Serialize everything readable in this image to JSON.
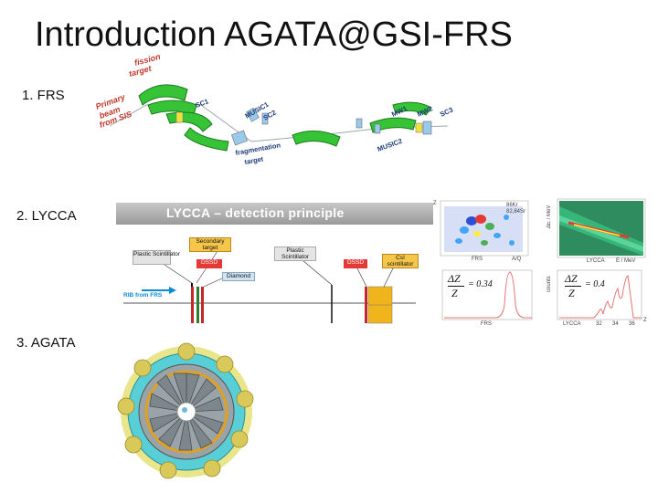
{
  "title": "Introduction AGATA@GSI-FRS",
  "sections": [
    {
      "label": "1.   FRS"
    },
    {
      "label": "2. LYCCA"
    },
    {
      "label": "3. AGATA"
    }
  ],
  "frs": {
    "labels": {
      "fission": "fission",
      "target": "target",
      "primary": "Primary",
      "beam": "beam",
      "from_sis": "from SIS",
      "sc1": "SC1",
      "music1": "MUSIC1",
      "sc2": "SC2",
      "frag1": "fragmentation",
      "frag2": "target",
      "mw1": "MW1",
      "mw2": "MW2",
      "sc3": "SC3",
      "music2": "MUSIC2"
    }
  },
  "lycca": {
    "banner": "LYCCA – detection principle",
    "plastic1": "Plastic Scintillator",
    "secondary": "Secondary target",
    "dssd1": "DSSD",
    "diamond": "Diamond",
    "plastic2": "Plastic Scintillator",
    "dssd2": "DSSD",
    "csi": "CsI scintillator",
    "rib": "RIB from FRS"
  },
  "plots": {
    "frs_id": {
      "nucl1": "86Kr",
      "nucl2": "82,84Sr",
      "xlabel": "A/Q",
      "ylabel": "Z",
      "footer": "FRS"
    },
    "lycca_id": {
      "xlabel": "E / MeV",
      "ylabel": "ΔE / MeV",
      "footer": "LYCCA"
    },
    "frs_res": {
      "formula_num": "ΔZ",
      "formula_den": "Z",
      "formula_val": "= 0.34",
      "footer": "FRS"
    },
    "lycca_res": {
      "formula_num": "ΔZ",
      "formula_den": "Z",
      "formula_val": "= 0.4",
      "ylabel": "counts",
      "footer": "LYCCA",
      "xticks": [
        "32",
        "34",
        "36"
      ],
      "xlabel": "Z"
    }
  }
}
